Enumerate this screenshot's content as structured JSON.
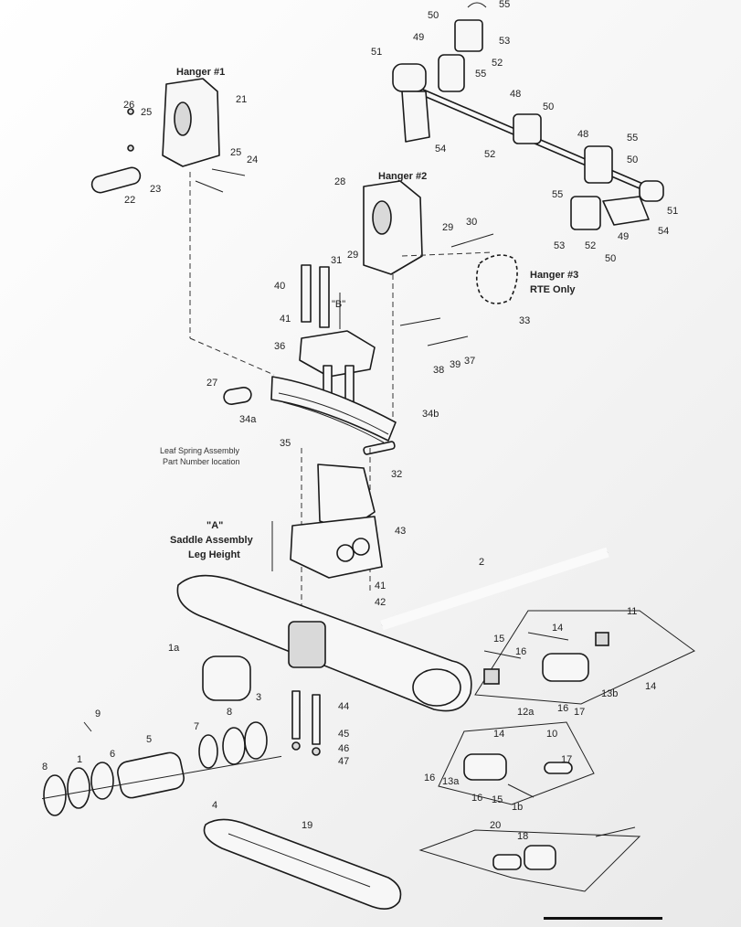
{
  "captions": {
    "hanger1": "Hanger #1",
    "hanger2": "Hanger #2",
    "hanger3_line1": "Hanger #3",
    "hanger3_line2": "RTE Only",
    "leaf_line1": "Leaf Spring Assembly",
    "leaf_line2": "Part Number location",
    "saddle_line1": "\"A\"",
    "saddle_line2": "Saddle Assembly",
    "saddle_line3": "Leg Height",
    "dim_b": "\"B\""
  },
  "callouts": [
    "55",
    "50",
    "53",
    "49",
    "52",
    "55",
    "51",
    "48",
    "50",
    "54",
    "52",
    "48",
    "55",
    "50",
    "55",
    "51",
    "53",
    "49",
    "52",
    "50",
    "54",
    "21",
    "26",
    "25",
    "25",
    "24",
    "22",
    "23",
    "28",
    "29",
    "30",
    "31",
    "29",
    "33",
    "40",
    "41",
    "36",
    "38",
    "39",
    "37",
    "27",
    "34a",
    "34b",
    "35",
    "32",
    "43",
    "2",
    "41",
    "42",
    "11",
    "14",
    "15",
    "16",
    "1a",
    "3",
    "44",
    "45",
    "46",
    "47",
    "9",
    "8",
    "8",
    "7",
    "6",
    "5",
    "1",
    "4",
    "12a",
    "16",
    "17",
    "13b",
    "14",
    "10",
    "14",
    "17",
    "16",
    "13a",
    "16",
    "15",
    "1b",
    "19",
    "20",
    "18"
  ],
  "colors": {
    "line": "#1a1a1a",
    "fill": "#f7f7f7",
    "shade": "#d9d9d9"
  }
}
